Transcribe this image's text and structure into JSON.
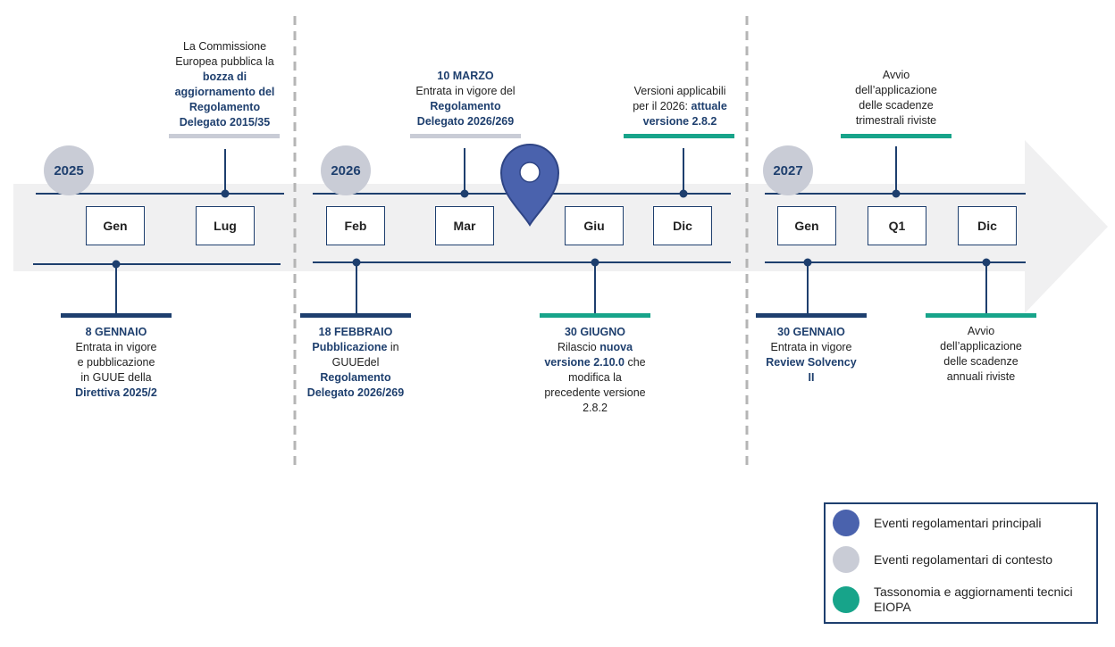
{
  "colors": {
    "main": "#4a62ad",
    "context": "#c9ccd6",
    "technical": "#17a48a",
    "navy": "#1e3f6e",
    "band": "#f0f0f1"
  },
  "years": [
    "2025",
    "2026",
    "2027"
  ],
  "months": [
    "Gen",
    "Lug",
    "Feb",
    "Mar",
    "Giu",
    "Dic",
    "Gen",
    "Q1",
    "Dic"
  ],
  "marker_icon": "location-pin-icon",
  "events_top": {
    "lug": {
      "l1": "La Commissione",
      "l2": "Europea pubblica la",
      "l3": "bozza di",
      "l4": "aggiornamento del",
      "l5": "Regolamento",
      "l6": "Delegato 2015/35"
    },
    "mar": {
      "date": "10 MARZO",
      "l1": "Entrata in vigore del",
      "l2": "Regolamento",
      "l3": "Delegato 2026/269"
    },
    "dic26": {
      "l1": "Versioni applicabili",
      "l2a": "per il 2026: ",
      "l2b": "attuale",
      "l3": "versione 2.8.2"
    },
    "q1": {
      "l1": "Avvio",
      "l2": "dell’applicazione",
      "l3": "delle scadenze",
      "l4": "trimestrali riviste"
    }
  },
  "events_bottom": {
    "gen25": {
      "date": "8 GENNAIO",
      "l1": "Entrata in vigore",
      "l2": "e pubblicazione",
      "l3": "in GUUE della",
      "l4": "Direttiva 2025/2"
    },
    "feb": {
      "date": "18 FEBBRAIO",
      "l1a": "Pubblicazione",
      "l1b": " in",
      "l2": "GUUEdel",
      "l3": "Regolamento",
      "l4": "Delegato 2026/269"
    },
    "giu": {
      "date": "30 GIUGNO",
      "l1a": "Rilascio ",
      "l1b": "nuova",
      "l2a": "versione 2.10.0",
      "l2b": " che",
      "l3": "modifica la",
      "l4": "precedente versione",
      "l5": "2.8.2"
    },
    "gen27": {
      "date": "30 GENNAIO",
      "l1": "Entrata in vigore",
      "l2": "Review Solvency",
      "l3": "II"
    },
    "dic27": {
      "l1": "Avvio",
      "l2": "dell’applicazione",
      "l3": "delle scadenze",
      "l4": "annuali riviste"
    }
  },
  "legend": {
    "main": "Eventi regolamentari principali",
    "context": "Eventi regolamentari di contesto",
    "technical1": "Tassonomia e aggiornamenti tecnici",
    "technical2": "EIOPA"
  }
}
